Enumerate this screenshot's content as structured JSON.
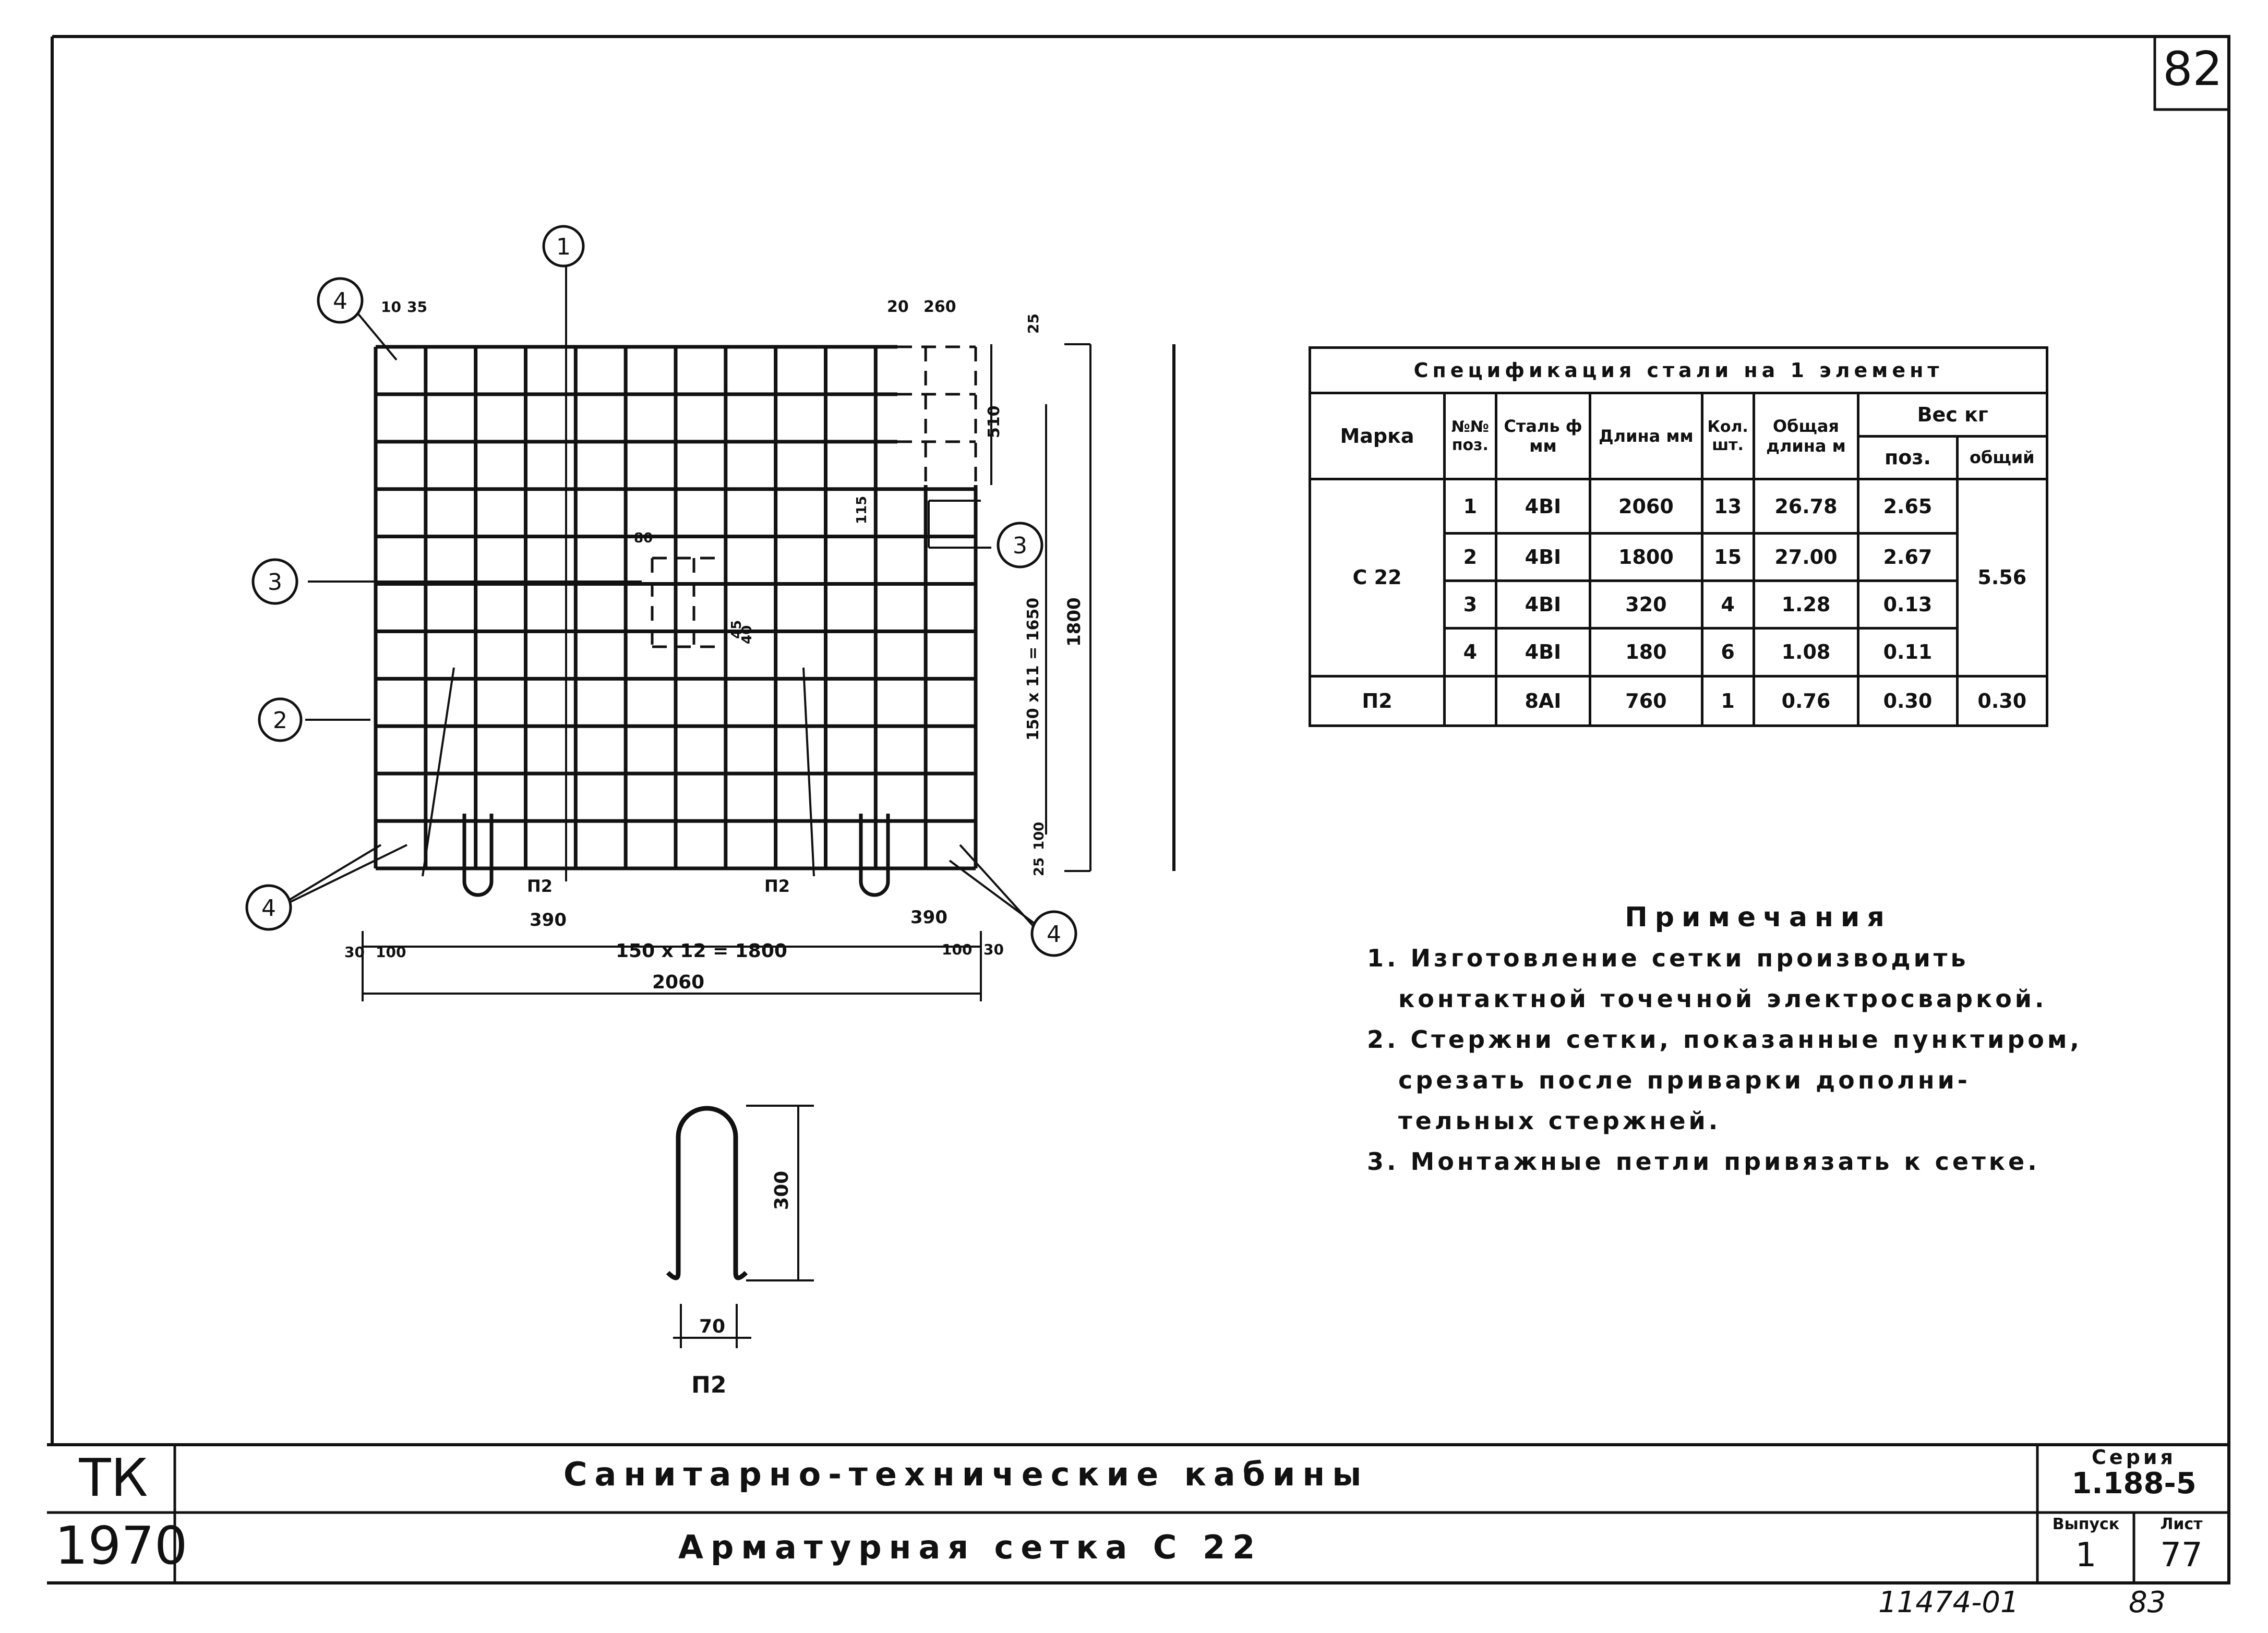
{
  "sheet_number": "82",
  "spec_table": {
    "title": "Спецификация стали на 1 элемент",
    "headers": {
      "marka": "Марка",
      "pos": "№№ поз.",
      "steel": "Сталь ф мм",
      "length": "Длина мм",
      "qty": "Кол. шт.",
      "total_length": "Общая длина м",
      "weight": "Вес кг",
      "weight_pos": "поз.",
      "weight_total": "общий"
    },
    "mark_c22": "С 22",
    "rows": [
      {
        "pos": "1",
        "steel": "4ВI",
        "length": "2060",
        "qty": "13",
        "total": "26.78",
        "wpos": "2.65"
      },
      {
        "pos": "2",
        "steel": "4ВI",
        "length": "1800",
        "qty": "15",
        "total": "27.00",
        "wpos": "2.67"
      },
      {
        "pos": "3",
        "steel": "4ВI",
        "length": "320",
        "qty": "4",
        "total": "1.28",
        "wpos": "0.13"
      },
      {
        "pos": "4",
        "steel": "4ВI",
        "length": "180",
        "qty": "6",
        "total": "1.08",
        "wpos": "0.11"
      }
    ],
    "c22_weight_total": "5.56",
    "p2_row": {
      "mark": "П2",
      "pos": "",
      "steel": "8АI",
      "length": "760",
      "qty": "1",
      "total": "0.76",
      "wpos": "0.30",
      "wtotal": "0.30"
    }
  },
  "notes": {
    "title": "Примечания",
    "items": [
      "1. Изготовление сетки производить",
      "контактной точечной электросваркой.",
      "2. Стержни сетки, показанные пунктиром,",
      "срезать после приварки дополни-",
      "тельных стержней.",
      "3. Монтажные петли привязать к сетке."
    ]
  },
  "drawing": {
    "callouts": [
      "1",
      "2",
      "3",
      "3",
      "4",
      "4",
      "4"
    ],
    "dims": {
      "bottom_span": "150 x 12 = 1800",
      "overall_width": "2060",
      "overall_height": "1800",
      "vertical_span": "150 x 11 = 1650",
      "left_offset": "390",
      "right_offset": "390",
      "d30": "30",
      "d100": "100",
      "d25": "25",
      "d510": "510",
      "d20": "20",
      "d260": "260",
      "d10": "10",
      "d35": "35",
      "d45": "45",
      "d80": "80",
      "d115": "115",
      "d40": "40"
    },
    "loop_label": "П2",
    "loop_height": "300",
    "loop_width": "70"
  },
  "title_block": {
    "org": "ТК",
    "year": "1970",
    "title": "Санитарно-технические кабины",
    "subtitle": "Арматурная сетка С 22",
    "series_label": "Серия",
    "series_value": "1.188-5",
    "issue_label": "Выпуск",
    "issue_value": "1",
    "sheet_label": "Лист",
    "sheet_value": "77"
  },
  "footer": {
    "archive_no": "11474-01",
    "page": "83"
  }
}
